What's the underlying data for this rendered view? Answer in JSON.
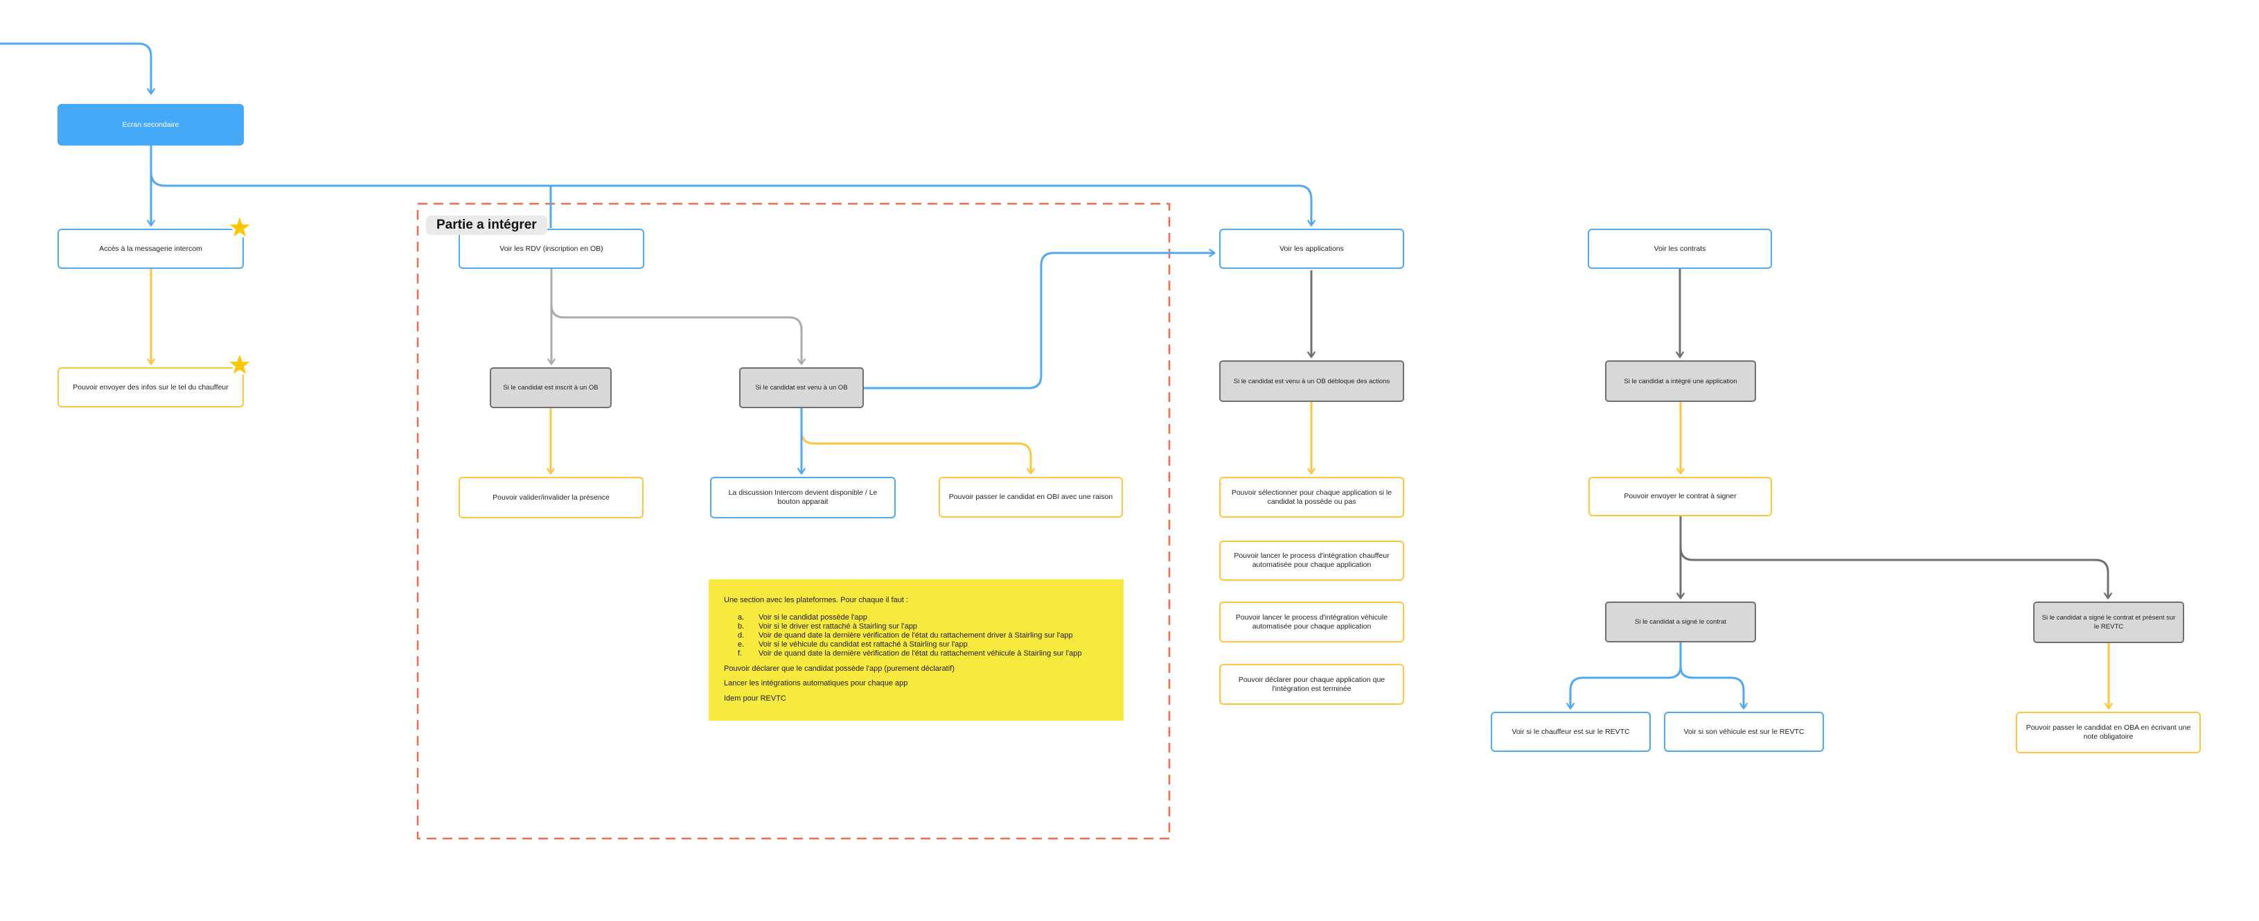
{
  "diagram_title": "Partie a intégrer",
  "colors": {
    "blue": "#45a9f7",
    "blue_line": "#4da8f5",
    "yellow": "#ffc53d",
    "star_gold": "#ffc700",
    "gray_light_line": "#ababab",
    "gray_dark_line": "#6f6f6f",
    "gray_box_fill": "#d8d8d8",
    "note_yellow": "#f8e93f",
    "section_dash_red": "#ef6b4e"
  },
  "section": {
    "label": "Partie a intégrer"
  },
  "nodes": {
    "ecran_secondaire": {
      "label": "Ecran secondaire"
    },
    "acces_messagerie": {
      "label": "Accès à la messagerie intercom"
    },
    "envoyer_infos": {
      "label": "Pouvoir envoyer des infos sur le tel du chauffeur"
    },
    "voir_rdv": {
      "label": "Voir les RDV (inscription en OB)"
    },
    "si_inscrit": {
      "label": "Si le candidat est inscrit à un OB"
    },
    "si_venu": {
      "label": "Si le candidat est venu à un OB"
    },
    "valider_presence": {
      "label": "Pouvoir valider/invalider la présence"
    },
    "discussion_intercom": {
      "label": "La discussion Intercom devient disponible / Le bouton apparait"
    },
    "passer_obi": {
      "label": "Pouvoir passer le candidat en OBI avec une raison"
    },
    "voir_applications": {
      "label": "Voir les applications"
    },
    "si_venu_debloque": {
      "label": "Si le candidat est venu à un OB débloque des actions"
    },
    "selectionner_app": {
      "label": "Pouvoir sélectionner pour chaque application si le candidat la possède ou pas"
    },
    "lancer_chauffeur": {
      "label": "Pouvoir lancer le process d'intégration chauffeur automatisée pour chaque application"
    },
    "lancer_vehicule": {
      "label": "Pouvoir lancer le process d'intégration véhicule automatisée pour chaque application"
    },
    "declarer_integration": {
      "label": "Pouvoir déclarer pour chaque application que l'intégration est terminée"
    },
    "voir_contrats": {
      "label": "Voir les contrats"
    },
    "si_integre_app": {
      "label": "Si le candidat a intégré une application"
    },
    "envoyer_contrat": {
      "label": "Pouvoir envoyer le contrat à signer"
    },
    "si_signe_contrat": {
      "label": "Si le candidat a signé le contrat"
    },
    "voir_chauffeur_revtc": {
      "label": "Voir si le chauffeur est sur le REVTC"
    },
    "voir_vehicule_revtc": {
      "label": "Voir si son véhicule est sur le REVTC"
    },
    "si_signe_revtc": {
      "label": "Si le candidat a signé le contrat et présent sur le REVTC"
    },
    "passer_oba": {
      "label": "Pouvoir passer le candidat en OBA en écrivant une note obligatoire"
    }
  },
  "note": {
    "intro": "Une section avec les plateformes. Pour chaque il faut :",
    "items": [
      {
        "letter": "a.",
        "text": "Voir si le candidat possède l'app"
      },
      {
        "letter": "b.",
        "text": "Voir si le driver est rattaché à Stairling sur l'app"
      },
      {
        "letter": "d.",
        "text": "Voir de quand date la dernière vérification de l'état du rattachement driver à Stairling sur l'app"
      },
      {
        "letter": "e.",
        "text": "Voir si le véhicule du candidat est rattaché à Stairling sur l'app"
      },
      {
        "letter": "f.",
        "text": "Voir de quand date la dernière vérification de l'état du rattachement véhicule à Stairling sur l'app"
      }
    ],
    "paragraphs": [
      "Pouvoir déclarer que le candidat possède l'app (purement déclaratif)",
      "Lancer les intégrations automatiques pour chaque app",
      "Idem pour REVTC"
    ]
  }
}
